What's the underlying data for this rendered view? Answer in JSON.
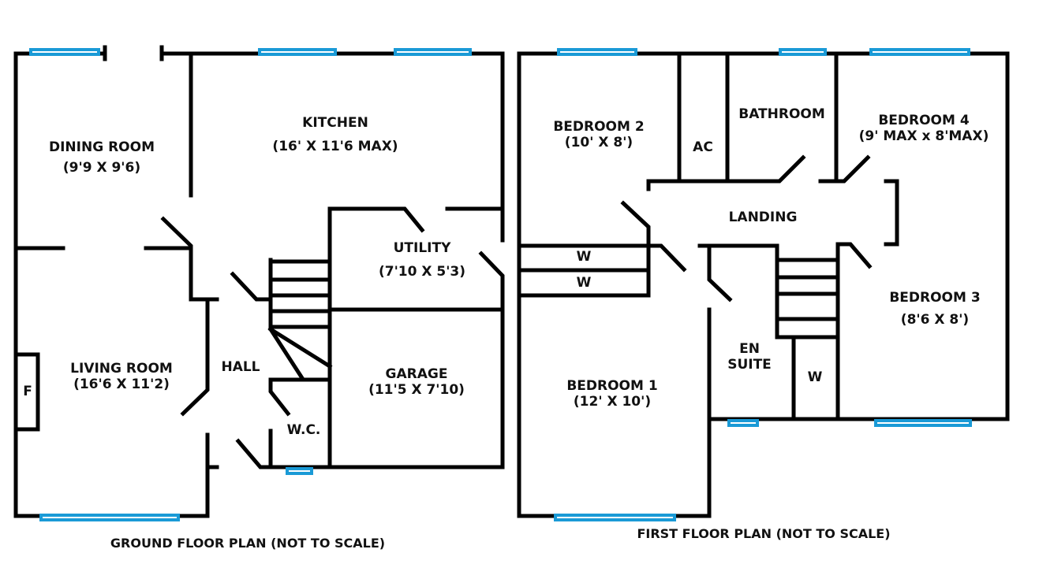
{
  "colors": {
    "wall": "#000000",
    "window": "#1a9ad6"
  },
  "ground_floor": {
    "caption": "GROUND FLOOR PLAN (NOT TO SCALE)",
    "rooms": [
      {
        "name": "DINING ROOM",
        "size": "(9'9 X 9'6)"
      },
      {
        "name": "KITCHEN",
        "size": "(16' X 11'6 MAX)"
      },
      {
        "name": "UTILITY",
        "size": "(7'10 X 5'3)"
      },
      {
        "name": "LIVING ROOM",
        "size": "(16'6 X 11'2)"
      },
      {
        "name": "HALL"
      },
      {
        "name": "GARAGE",
        "size": "(11'5 X 7'10)"
      },
      {
        "name": "W.C."
      },
      {
        "name": "F"
      }
    ]
  },
  "first_floor": {
    "caption": "FIRST FLOOR PLAN (NOT TO SCALE)",
    "rooms": [
      {
        "name": "BEDROOM 2",
        "size": "(10' X 8')"
      },
      {
        "name": "AC"
      },
      {
        "name": "BATHROOM"
      },
      {
        "name": "BEDROOM 4",
        "size": "(9' MAX x 8'MAX)"
      },
      {
        "name": "LANDING"
      },
      {
        "name": "W"
      },
      {
        "name": "W"
      },
      {
        "name": "BEDROOM 3",
        "size": "(8'6 X 8')"
      },
      {
        "name": "EN SUITE"
      },
      {
        "name": "W"
      },
      {
        "name": "BEDROOM 1",
        "size": "(12' X 10')"
      }
    ]
  }
}
